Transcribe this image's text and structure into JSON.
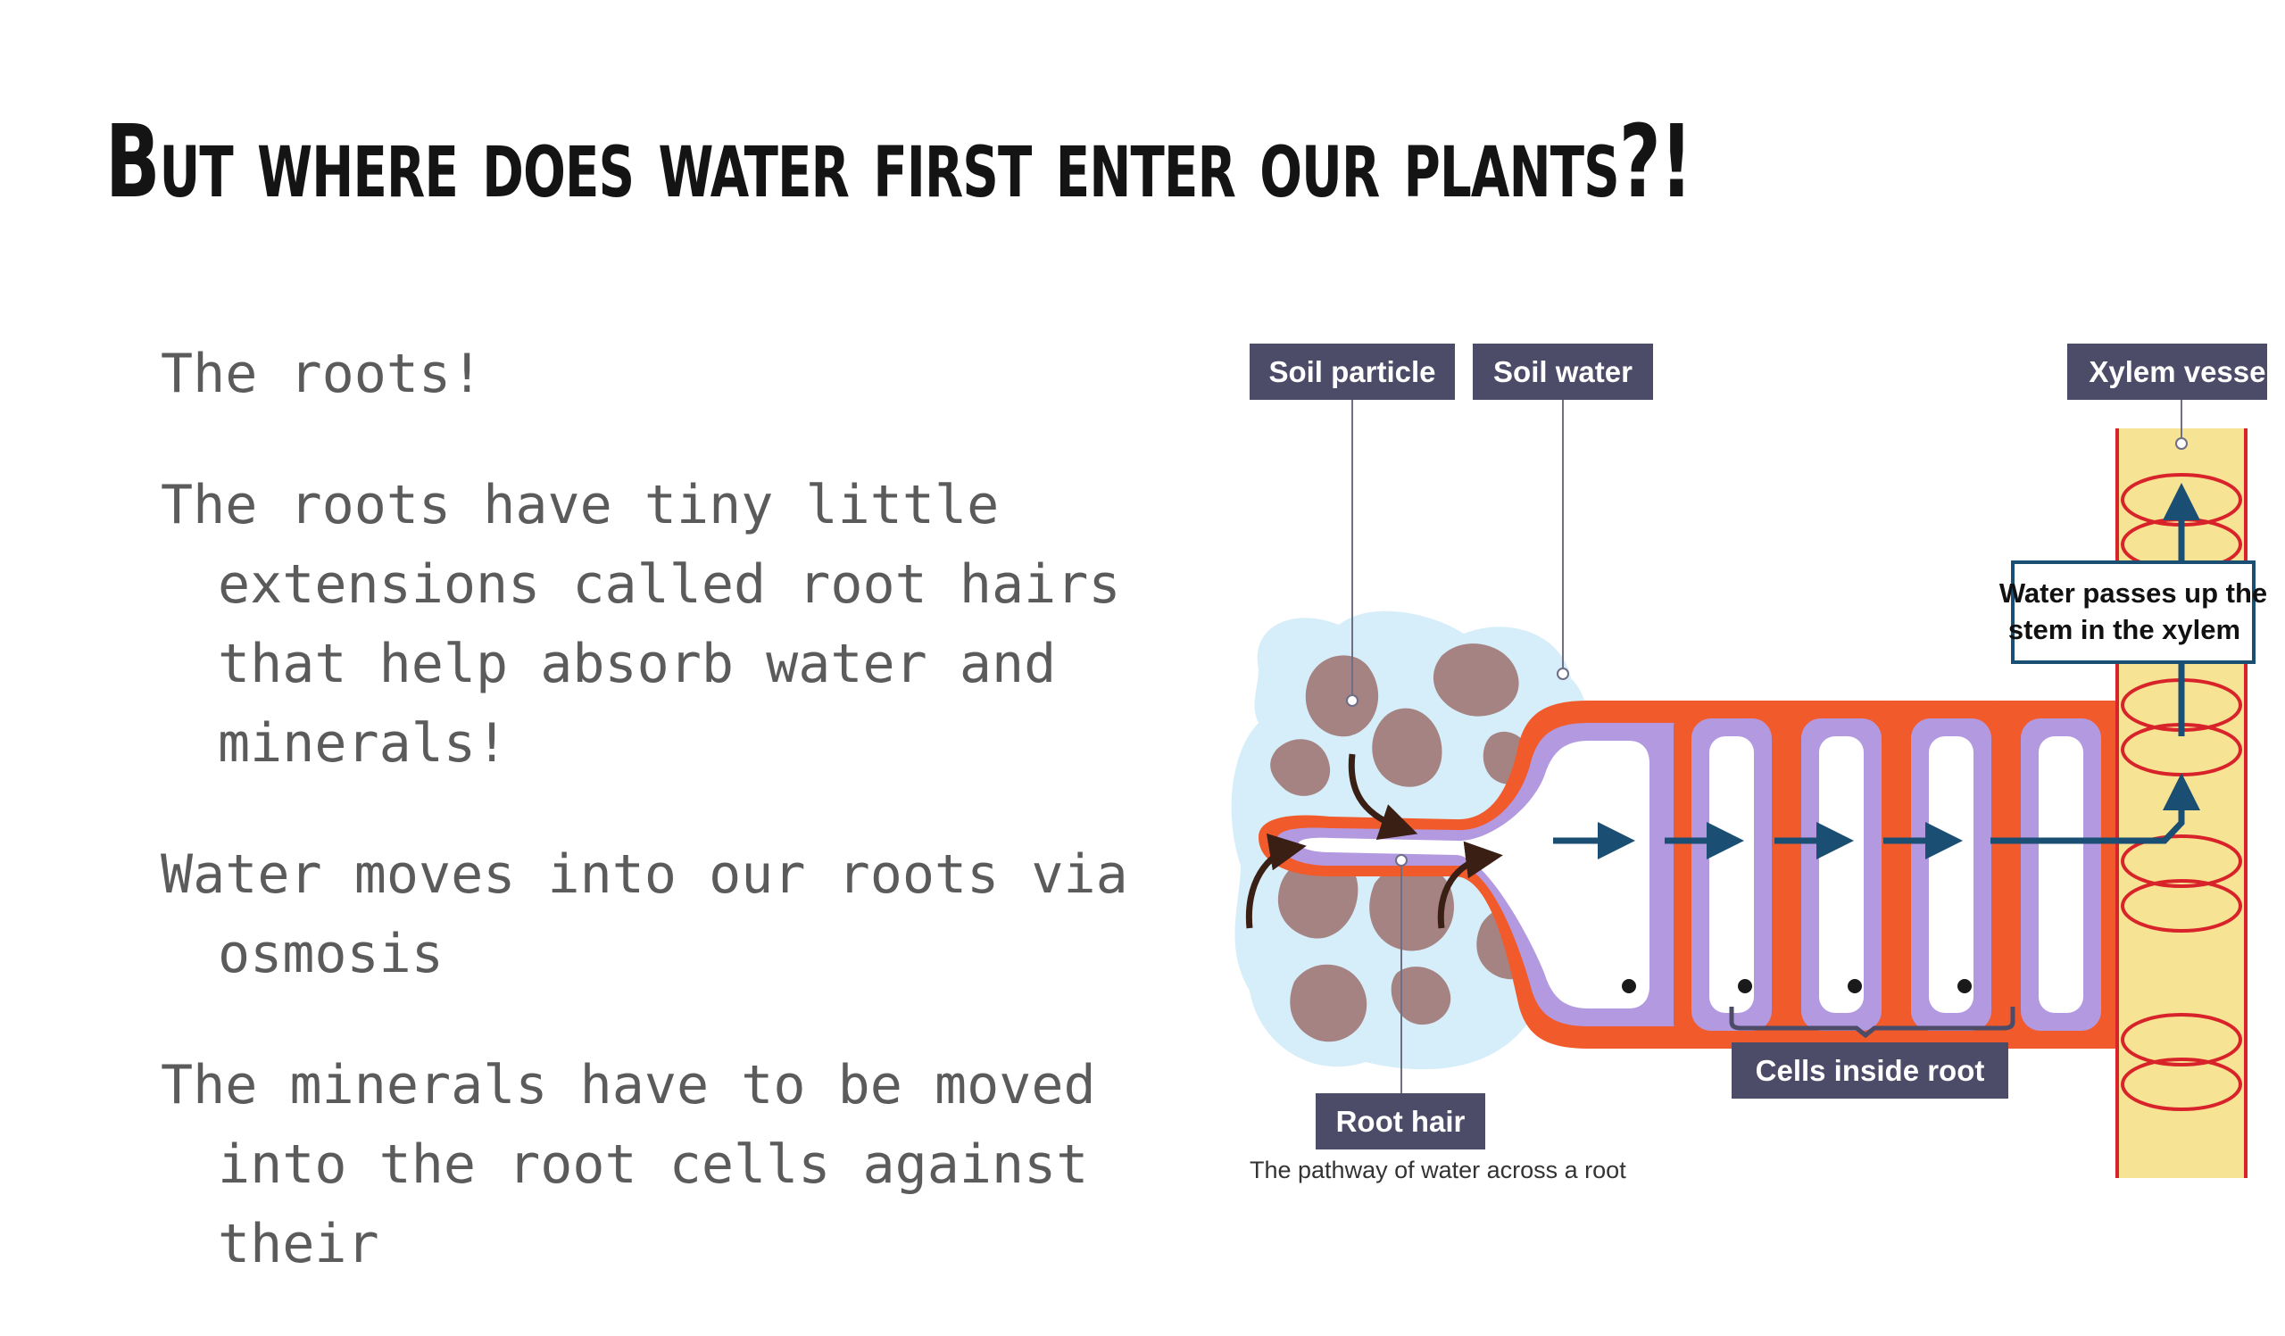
{
  "slide": {
    "title": "But where does water first enter our plants?!",
    "paragraphs": [
      "The roots!",
      "The roots have tiny little extensions called root hairs that help absorb water and minerals!",
      "Water moves into our roots via osmosis",
      "The minerals have to be moved into the root cells against their"
    ]
  },
  "diagram": {
    "labels": {
      "soil_particle": "Soil particle",
      "soil_water": "Soil water",
      "xylem_vessel": "Xylem vessel",
      "xylem_note_line1": "Water passes up the",
      "xylem_note_line2": "stem in the xylem",
      "root_hair": "Root hair",
      "cells_inside_root": "Cells inside root"
    },
    "caption": "The pathway of water across a root",
    "colors": {
      "label_bg": "#4c4b68",
      "soil_water": "#d6eef9",
      "soil_particle": "#a58383",
      "cell_wall": "#f15a2b",
      "cell_membrane": "#b39ae0",
      "xylem": "#f7e394",
      "xylem_ring": "#d8232a",
      "arrow_blue": "#1a4e73",
      "arrow_dark": "#3a1f14"
    }
  }
}
